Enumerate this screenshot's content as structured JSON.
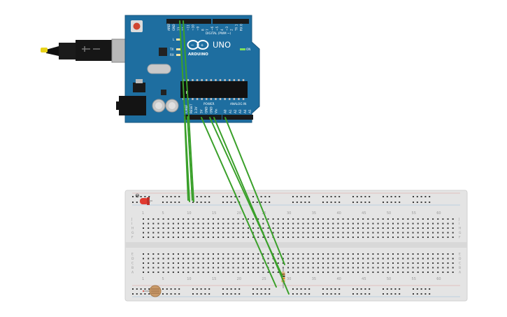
{
  "colors": {
    "board": "#1e6ea0",
    "board_dark": "#17557e",
    "header_black": "#1a1a1a",
    "breadboard": "#e4e4e4",
    "breadboard_edge": "#cccccc",
    "hole": "#3a3a3a",
    "rail_red": "#d9534f",
    "rail_blue": "#4a90d9",
    "wire_green": "#3aa02a",
    "led_red": "#e03a2f",
    "resistor": "#d9b98a",
    "ldr": "#c99a6a",
    "usb_metal": "#b8b8b8",
    "cable_black": "#1b1b1b"
  },
  "arduino": {
    "brand": "ARDUINO",
    "model": "UNO",
    "logo_symbol": "∞",
    "digital_label": "DIGITAL (PWM ~)",
    "power_label": "POWER",
    "analog_label": "ANALOG IN",
    "led_labels": {
      "l": "L",
      "tx": "TX",
      "rx": "RX",
      "on": "ON"
    },
    "top_pins": [
      "AREF",
      "GND",
      "13",
      "12",
      "~11",
      "~10",
      "~9",
      "8",
      "7",
      "~6",
      "~5",
      "4",
      "~3",
      "2",
      "TX 1",
      "RX 0"
    ],
    "power_pins": [
      "IOREF",
      "RESET",
      "3.3V",
      "5V",
      "GND",
      "GND",
      "Vin"
    ],
    "analog_pins": [
      "A0",
      "A1",
      "A2",
      "A3",
      "A4",
      "A5"
    ]
  },
  "breadboard": {
    "column_numbers": [
      "1",
      "5",
      "10",
      "15",
      "20",
      "25",
      "30",
      "35",
      "40",
      "45",
      "50",
      "55",
      "60"
    ],
    "rows_top": [
      "J",
      "I",
      "H",
      "G",
      "F"
    ],
    "rows_bottom": [
      "E",
      "D",
      "C",
      "B",
      "A"
    ]
  },
  "components": {
    "led_symbol": "⊖"
  }
}
